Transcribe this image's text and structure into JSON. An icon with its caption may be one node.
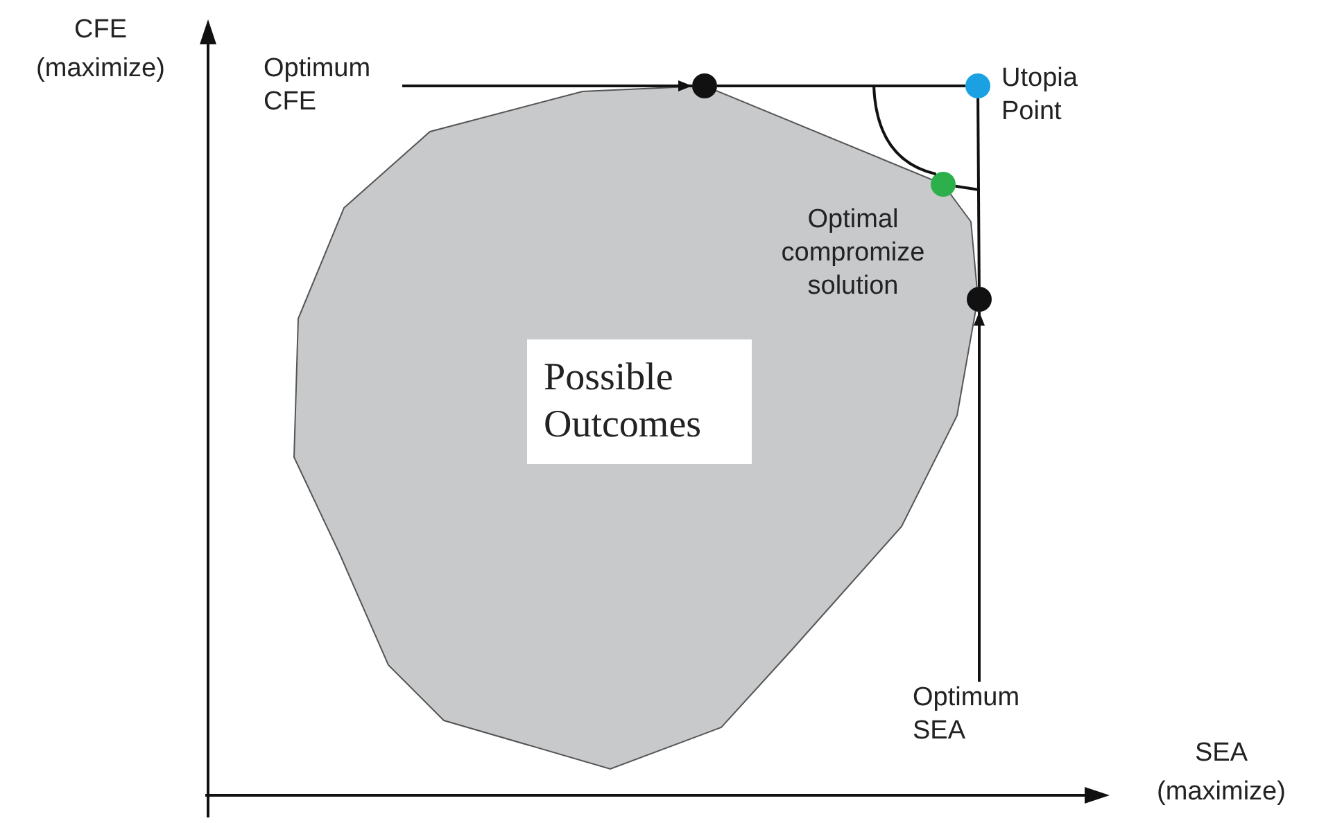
{
  "diagram": {
    "nodes": [
      {
        "text": [],
        "shape": "polygon"
      },
      {
        "text": [
          "Possible Outcomes"
        ],
        "in": 0
      },
      {
        "text": [
          "Optimum CFE"
        ]
      },
      {
        "text": [],
        "shape": "circle"
      },
      {
        "text": [],
        "shape": "circle",
        "beside": [
          "Utopia Point"
        ]
      },
      {
        "text": [],
        "shape": "circle",
        "beside": [
          "Optimal compromize solution"
        ]
      },
      {
        "text": [],
        "shape": "circle"
      },
      {
        "text": [
          "Optimum SEA"
        ]
      }
    ],
    "edges": [
      {
        "from": 2,
        "to": 3,
        "arrow": "to"
      },
      {
        "from": 3,
        "to": 4,
        "arrow": "none"
      },
      {
        "from": 4,
        "to": 6,
        "arrow": "none"
      },
      {
        "from": 7,
        "to": 6,
        "arrow": "to"
      },
      {
        "from": null,
        "to": 5,
        "arrow": "none"
      },
      {
        "from": 5,
        "to": null,
        "arrow": "none"
      }
    ],
    "labels": [
      "CFE (maximize)",
      "SEA (maximize)"
    ]
  }
}
